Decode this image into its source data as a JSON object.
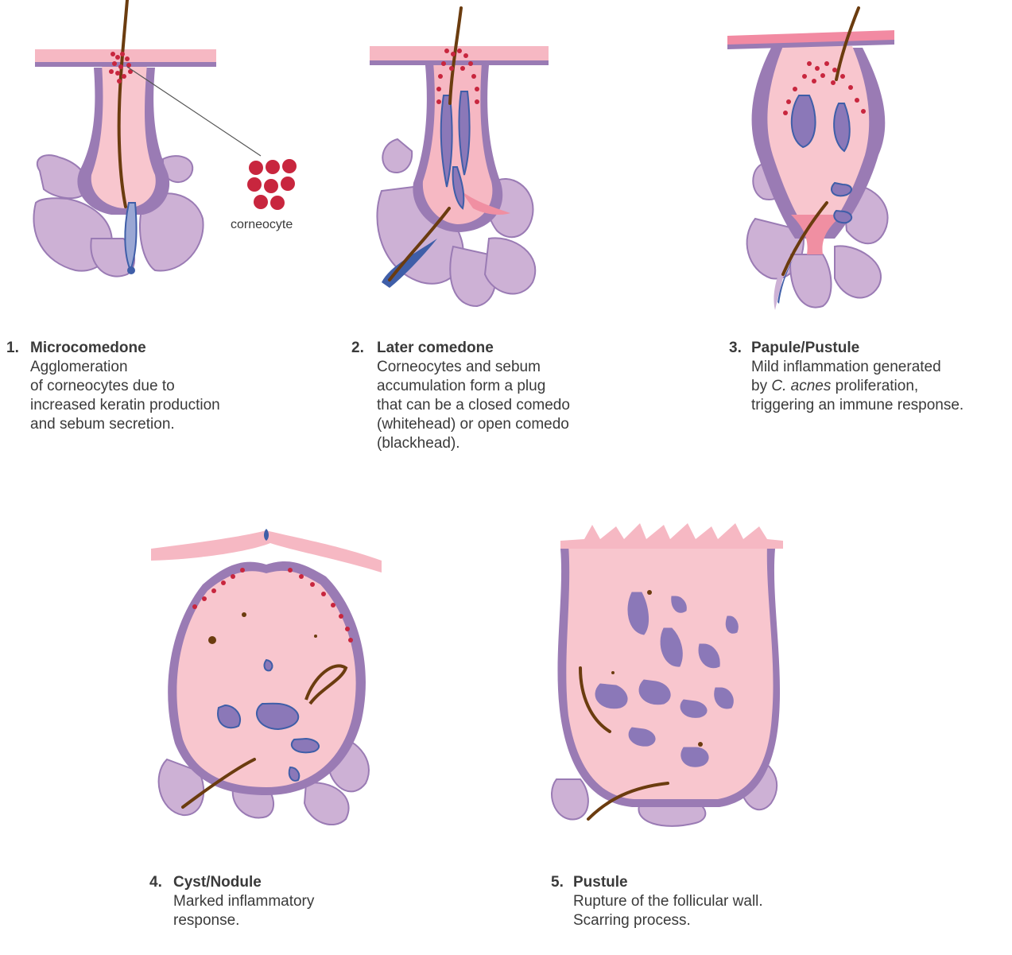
{
  "callout": {
    "label": "corneocyte"
  },
  "stages": [
    {
      "number": "1.",
      "title": "Microcomedone",
      "lines": [
        "Agglomeration",
        "of corneocytes due to",
        "increased keratin production",
        "and sebum secretion."
      ]
    },
    {
      "number": "2.",
      "title": "Later comedone",
      "lines": [
        "Corneocytes and sebum",
        "accumulation form a plug",
        "that can be a closed comedo",
        "(whitehead) or open comedo",
        "(blackhead)."
      ]
    },
    {
      "number": "3.",
      "title": "Papule/Pustule",
      "lines": [
        "Mild inflammation generated",
        "by C. acnes proliferation,",
        "triggering an immune response."
      ]
    },
    {
      "number": "4.",
      "title": "Cyst/Nodule",
      "lines": [
        "Marked inflammatory",
        "response."
      ]
    },
    {
      "number": "5.",
      "title": "Pustule",
      "lines": [
        "Rupture of the follicular wall.",
        "Scarring process."
      ]
    }
  ],
  "colors": {
    "skin_pink": "#f6b8c3",
    "follicle_pink": "#f8c6ce",
    "purple_wall": "#9a7bb4",
    "lavender_gland": "#cdb1d5",
    "corneocyte_red": "#c8263e",
    "hair_brown": "#6b3c0f",
    "sebum_blue": "#3f5ea8"
  }
}
